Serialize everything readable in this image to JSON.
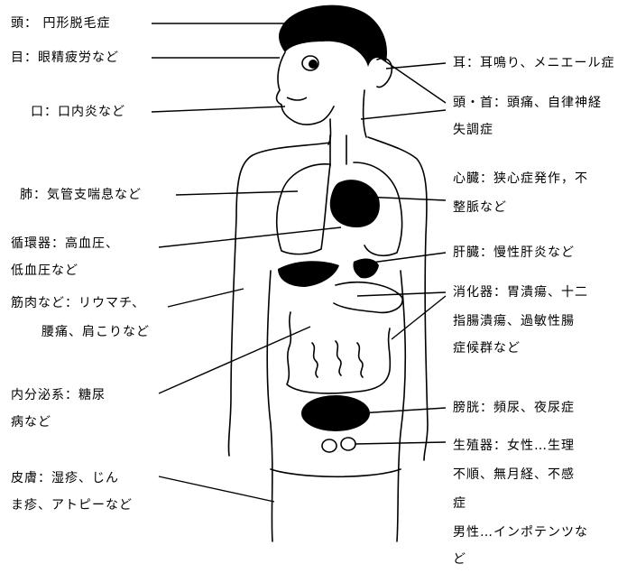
{
  "labels": {
    "head": "頭： 円形脱毛症",
    "eyes": "目：眼精疲労など",
    "mouth": "口：口内炎など",
    "lungs": "肺：気管支喘息など",
    "circ_1": "循環器：高血圧、",
    "circ_2": "低血圧など",
    "muscle_1": "筋肉など：リウマチ、",
    "muscle_2": "腰痛、肩こりなど",
    "endo_1": "内分泌系：糖尿",
    "endo_2": "病など",
    "skin_1": "皮膚：湿疹、じん",
    "skin_2": "ま疹、アトピーなど",
    "ear": "耳：耳鳴り、メニエール症",
    "neck_1": "頭・首：頭痛、自律神経",
    "neck_2": "失調症",
    "heart_1": "心臓：狭心症発作，不",
    "heart_2": "整脈など",
    "liver": "肝臓：慢性肝炎など",
    "digest_1": "消化器：胃潰瘍、十二",
    "digest_2": "指腸潰瘍、過敏性腸",
    "digest_3": "症候群など",
    "bladder": "膀胱：頻尿、夜尿症",
    "repro_1": "生殖器：女性…生理",
    "repro_2": "不順、無月経、不感",
    "repro_3": "症",
    "repro_4": "男性…インポテンツな",
    "repro_5": "ど"
  }
}
